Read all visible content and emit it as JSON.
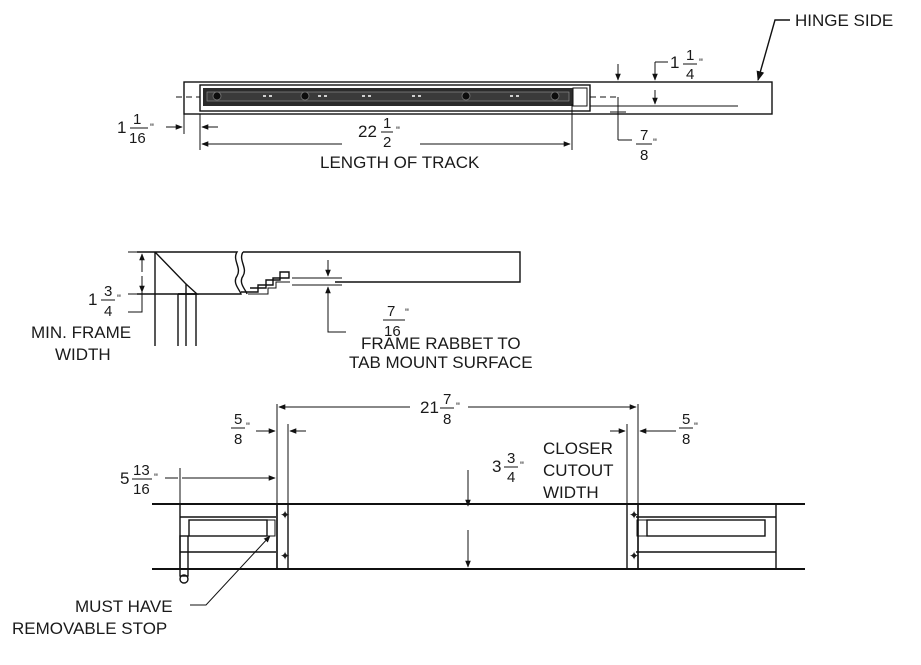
{
  "labels": {
    "hinge_side": "HINGE SIDE",
    "length_of_track": "LENGTH OF TRACK",
    "min_frame_width_1": "MIN. FRAME",
    "min_frame_width_2": "WIDTH",
    "frame_rabbet_1": "FRAME RABBET TO",
    "frame_rabbet_2": "TAB MOUNT SURFACE",
    "closer_cutout_1": "CLOSER",
    "closer_cutout_2": "CUTOUT",
    "closer_cutout_3": "WIDTH",
    "removable_stop_1": "MUST HAVE",
    "removable_stop_2": "REMOVABLE STOP"
  },
  "dimensions": {
    "track_offset": {
      "whole": "1",
      "num": "1",
      "den": "16",
      "unit": "\""
    },
    "track_length": {
      "whole": "22",
      "num": "1",
      "den": "2",
      "unit": "\""
    },
    "top_height": {
      "whole": "1",
      "num": "1",
      "den": "4",
      "unit": "\""
    },
    "top_depth": {
      "whole": "",
      "num": "7",
      "den": "8",
      "unit": "\""
    },
    "min_frame": {
      "whole": "1",
      "num": "3",
      "den": "4",
      "unit": "\""
    },
    "rabbet": {
      "whole": "",
      "num": "7",
      "den": "16",
      "unit": "\""
    },
    "cutout_width": {
      "whole": "21",
      "num": "7",
      "den": "8",
      "unit": "\""
    },
    "left_inset": {
      "whole": "",
      "num": "5",
      "den": "8",
      "unit": "\""
    },
    "right_inset": {
      "whole": "",
      "num": "5",
      "den": "8",
      "unit": "\""
    },
    "stop_offset": {
      "whole": "5",
      "num": "13",
      "den": "16",
      "unit": "\""
    },
    "cutout_depth": {
      "whole": "3",
      "num": "3",
      "den": "4",
      "unit": "\""
    }
  }
}
